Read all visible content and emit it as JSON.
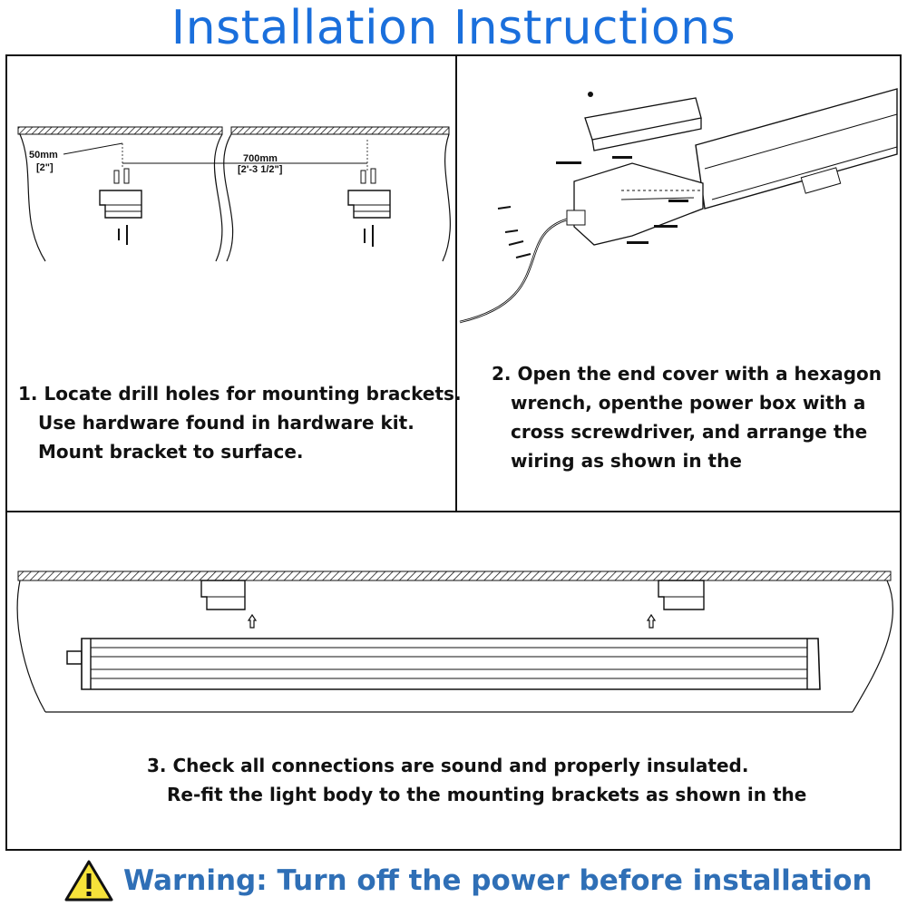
{
  "title": "Installation Instructions",
  "step1": {
    "line1": "1. Locate drill holes for mounting brackets.",
    "line2": "Use hardware found in hardware kit.",
    "line3": "Mount bracket to surface.",
    "dim_edge": "50mm",
    "dim_edge_inch": "[2\"]",
    "dim_span": "700mm",
    "dim_span_inch": "[2'-3 1/2\"]"
  },
  "step2": {
    "line1": "2. Open the end cover with a hexagon",
    "line2": "wrench, openthe power box with a",
    "line3": "cross screwdriver, and arrange the",
    "line4": "wiring as shown in the"
  },
  "step3": {
    "line1": "3. Check all connections are sound and properly insulated.",
    "line2": "Re-fit the light body to the mounting brackets as shown in the"
  },
  "warning": {
    "icon": "warning-triangle-icon",
    "text": "Warning: Turn off the power before installation"
  }
}
